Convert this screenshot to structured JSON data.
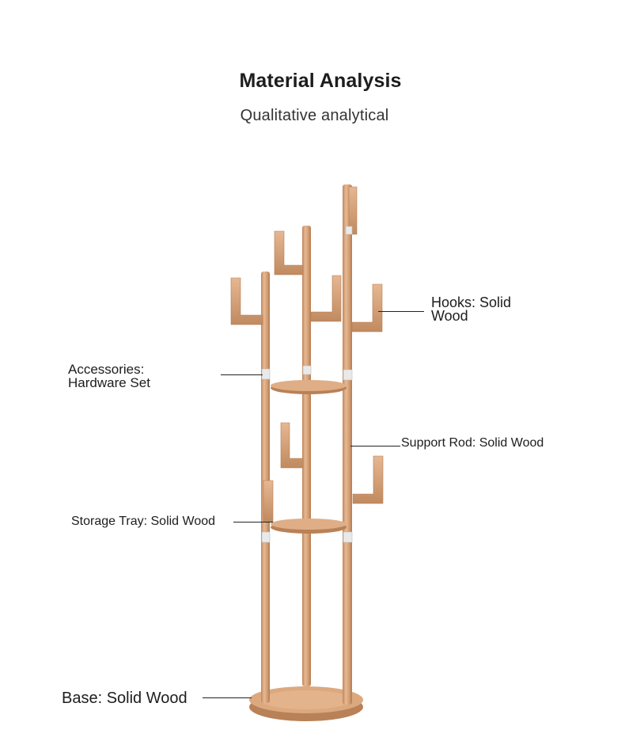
{
  "header": {
    "title": "Material Analysis",
    "subtitle": "Qualitative analytical"
  },
  "annotations": {
    "hooks": {
      "line1": "Hooks: Solid",
      "line2": "Wood"
    },
    "accessories": {
      "line1": "Accessories:",
      "line2": "Hardware Set"
    },
    "support_rod": "Support Rod: Solid Wood",
    "storage_tray": "Storage Tray: Solid Wood",
    "base": "Base: Solid Wood"
  },
  "colors": {
    "wood": "#d9a77f",
    "wood_dark": "#b88157",
    "metal": "#e4e4e4",
    "text": "#1d1d1d"
  }
}
